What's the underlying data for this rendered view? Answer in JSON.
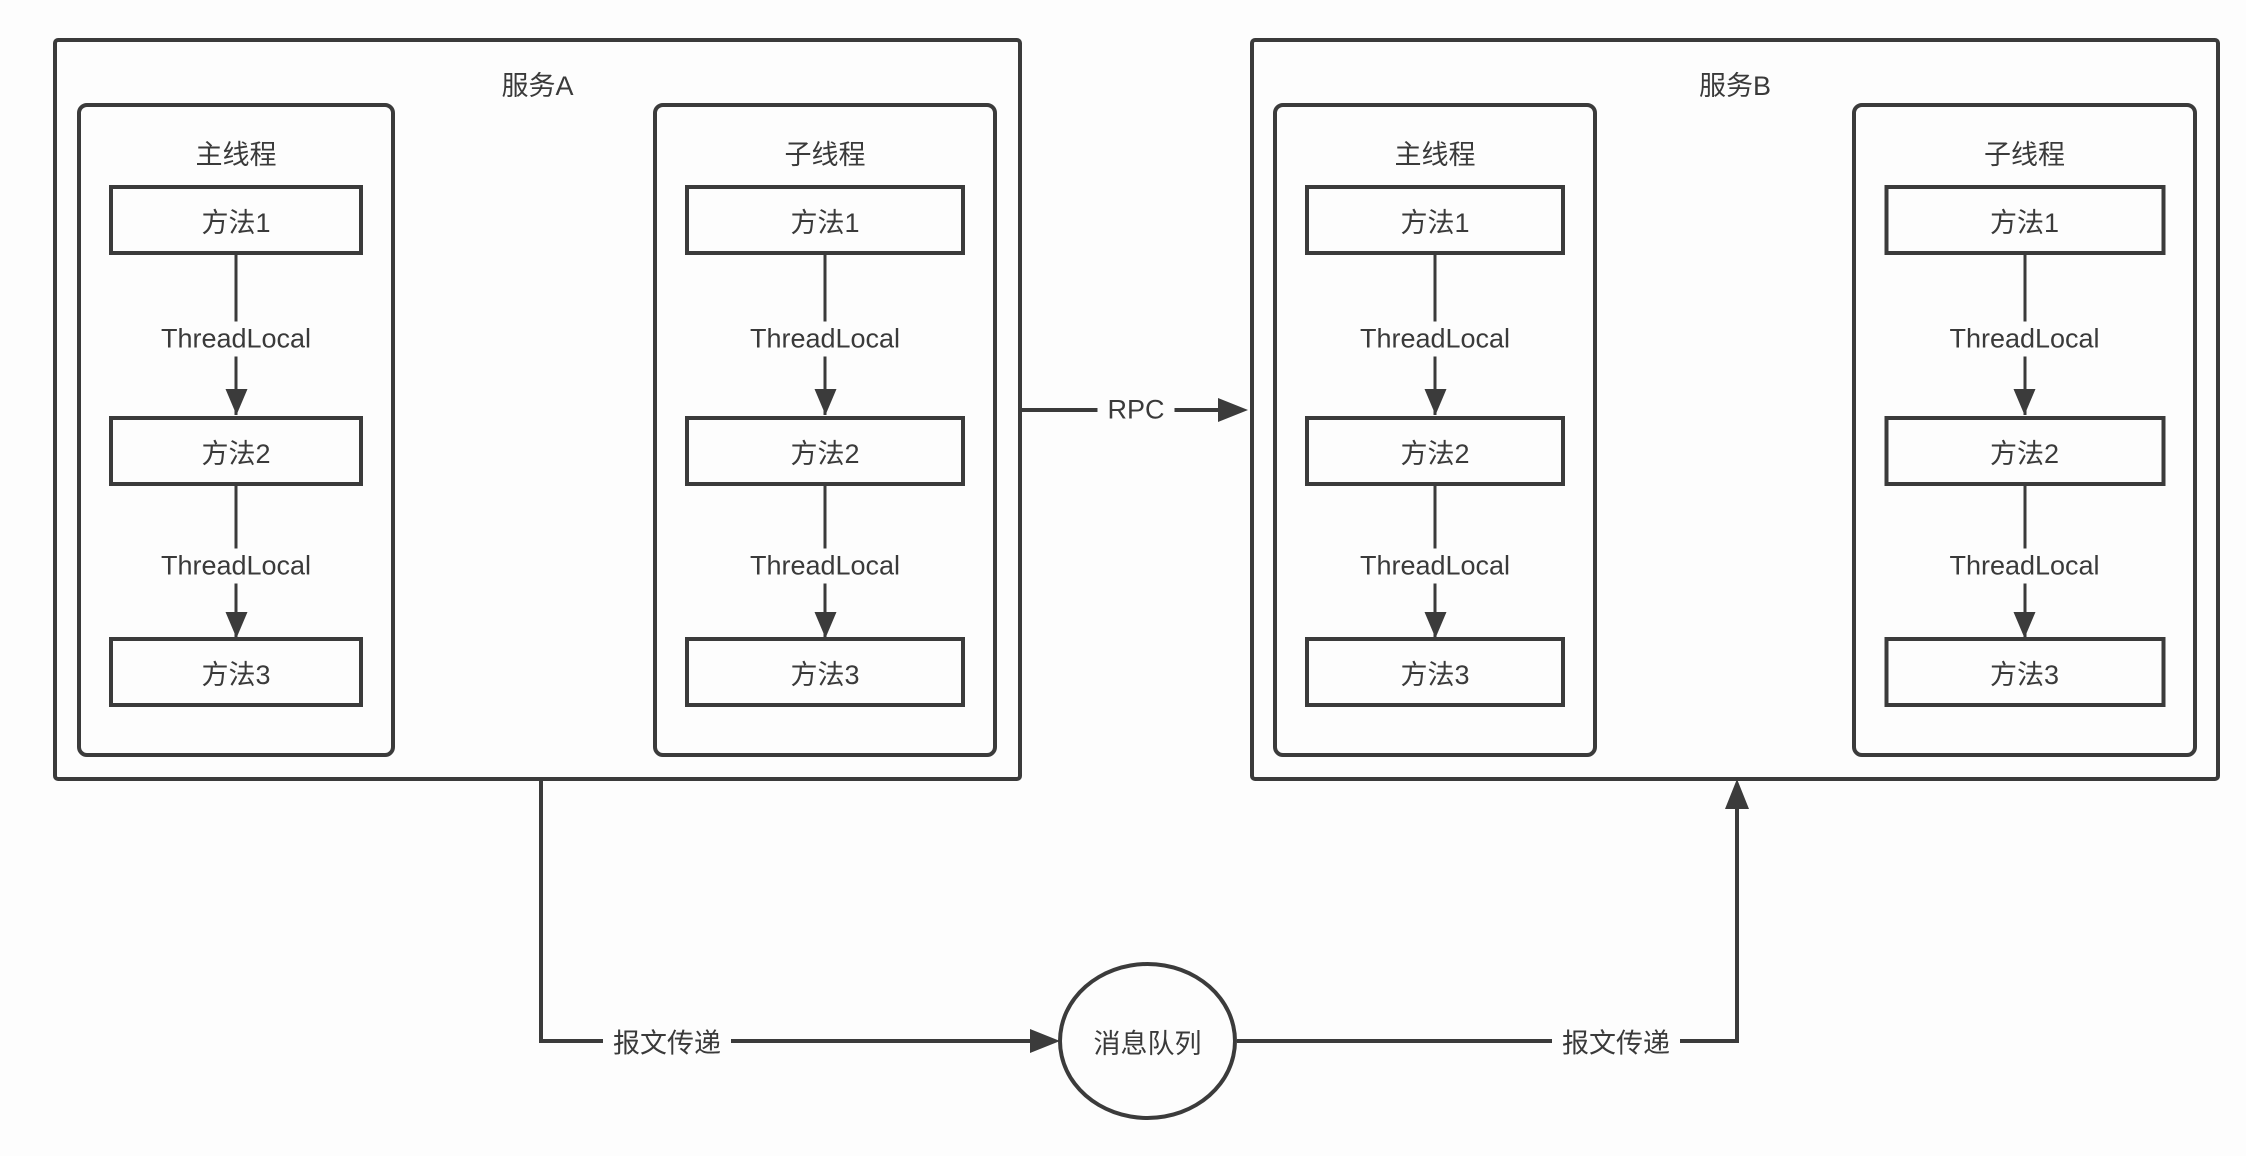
{
  "services": [
    {
      "title": "服务A",
      "threads": [
        {
          "title": "主线程",
          "methods": [
            "方法1",
            "方法2",
            "方法3"
          ],
          "arrow_labels": [
            "ThreadLocal",
            "ThreadLocal"
          ]
        },
        {
          "title": "子线程",
          "methods": [
            "方法1",
            "方法2",
            "方法3"
          ],
          "arrow_labels": [
            "ThreadLocal",
            "ThreadLocal"
          ]
        }
      ]
    },
    {
      "title": "服务B",
      "threads": [
        {
          "title": "主线程",
          "methods": [
            "方法1",
            "方法2",
            "方法3"
          ],
          "arrow_labels": [
            "ThreadLocal",
            "ThreadLocal"
          ]
        },
        {
          "title": "子线程",
          "methods": [
            "方法1",
            "方法2",
            "方法3"
          ],
          "arrow_labels": [
            "ThreadLocal",
            "ThreadLocal"
          ]
        }
      ]
    }
  ],
  "connectors": {
    "rpc_label": "RPC",
    "left_message_label": "报文传递",
    "right_message_label": "报文传递",
    "queue_label": "消息队列"
  },
  "colors": {
    "stroke": "#3b3b3b",
    "text": "#3a3a3a",
    "background": "#fdfdfd"
  }
}
